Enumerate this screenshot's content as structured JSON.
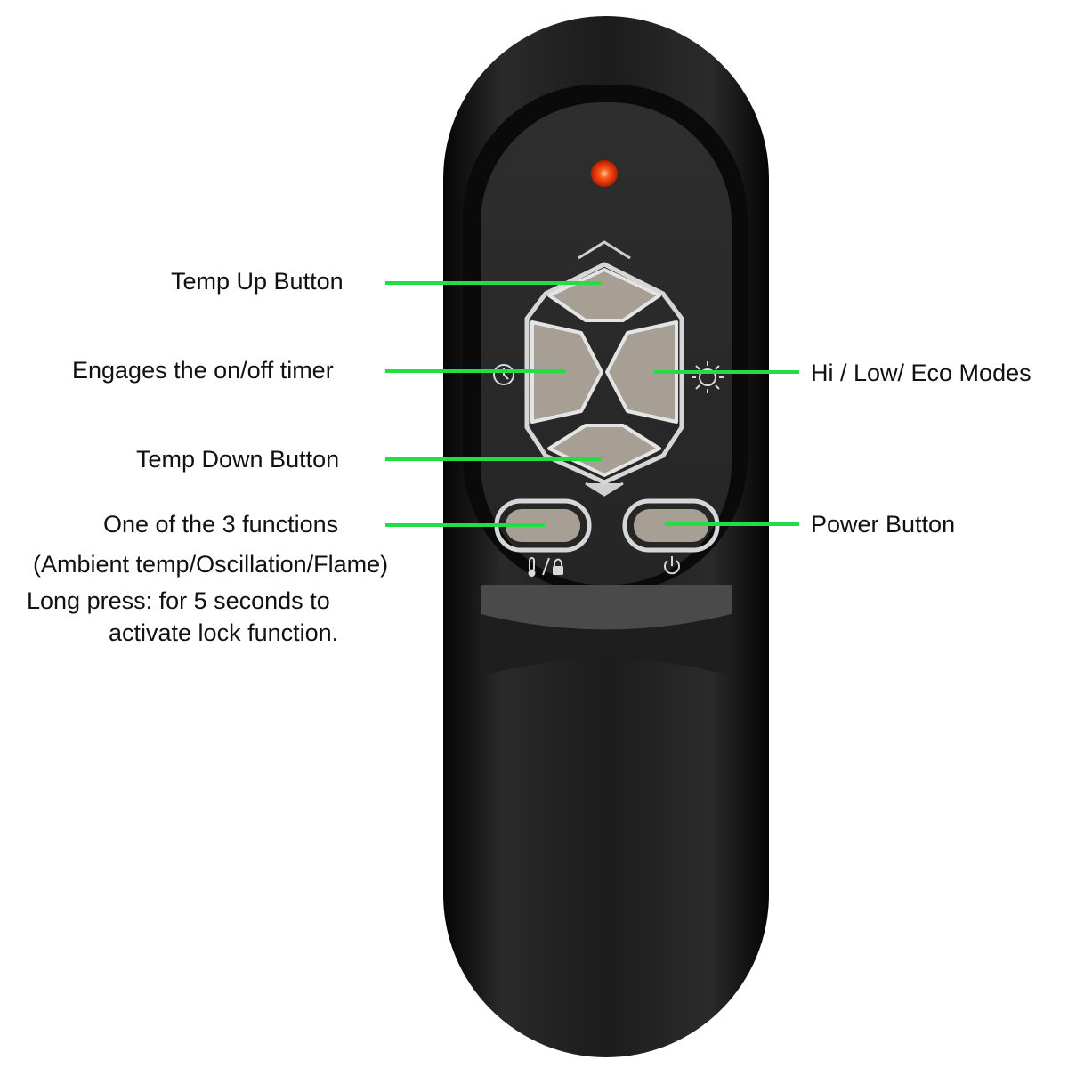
{
  "labels": {
    "temp_up": "Temp Up Button",
    "timer": "Engages the on/off timer",
    "temp_down": "Temp Down Button",
    "function": "One of the 3 functions",
    "function_detail": "(Ambient temp/Oscillation/Flame)",
    "long_press_1": "Long press: for 5 seconds to",
    "long_press_2": "activate lock function.",
    "modes": "Hi / Low/ Eco Modes",
    "power": "Power Button"
  },
  "colors": {
    "leader_line": "#22dd44",
    "remote_body": "#1a1a1a",
    "button_fill": "#a89f94",
    "led": "#ff3300"
  },
  "icons": [
    "timer-icon",
    "sun-icon",
    "thermometer-icon",
    "lock-icon",
    "power-icon",
    "up-arrow-icon",
    "down-arrow-icon"
  ]
}
